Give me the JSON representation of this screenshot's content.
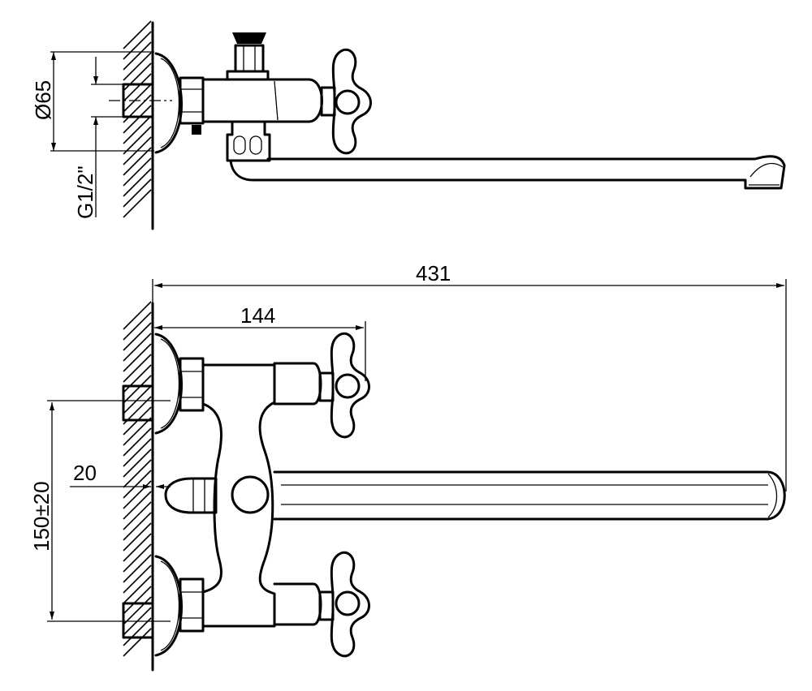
{
  "drawing": {
    "kind": "technical-drawing",
    "top_view": {
      "dims": {
        "diameter": "Ø65",
        "thread": "G1/2\""
      }
    },
    "front_view": {
      "dims": {
        "total_length": "431",
        "handle_reach": "144",
        "center_distance": "150±20",
        "outlet_offset": "20"
      }
    }
  }
}
